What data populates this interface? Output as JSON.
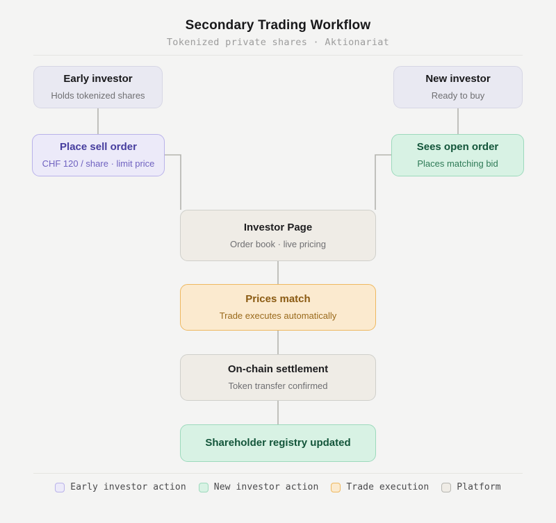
{
  "header": {
    "title": "Secondary Trading Workflow",
    "subtitle": "Tokenized private shares · Aktionariat"
  },
  "diagram": {
    "type": "flowchart",
    "orientation": "top-to-bottom",
    "nodes": [
      {
        "id": "early-investor",
        "label": "Early investor",
        "sublabel": "Holds tokenized shares",
        "role": "neutral",
        "fill": "#e9e9f2",
        "border": "#d6d6e4"
      },
      {
        "id": "new-investor",
        "label": "New investor",
        "sublabel": "Ready to buy",
        "role": "neutral",
        "fill": "#e9e9f2",
        "border": "#d6d6e4"
      },
      {
        "id": "place-sell-order",
        "label": "Place sell order",
        "sublabel": "CHF 120 / share · limit price",
        "role": "early",
        "fill": "#eceaf9",
        "border": "#b9b2ea"
      },
      {
        "id": "sees-open-order",
        "label": "Sees open order",
        "sublabel": "Places matching bid",
        "role": "new",
        "fill": "#d8f2e4",
        "border": "#9cd9bc"
      },
      {
        "id": "investor-page",
        "label": "Investor Page",
        "sublabel": "Order book · live pricing",
        "role": "platform",
        "fill": "#efece6",
        "border": "#cfcfca"
      },
      {
        "id": "prices-match",
        "label": "Prices match",
        "sublabel": "Trade executes automatically",
        "role": "trade",
        "fill": "#fbeacf",
        "border": "#eeb85f"
      },
      {
        "id": "on-chain-settlement",
        "label": "On-chain settlement",
        "sublabel": "Token transfer confirmed",
        "role": "platform",
        "fill": "#efece6",
        "border": "#cfcfca"
      },
      {
        "id": "shareholder-registry-updated",
        "label": "Shareholder registry updated",
        "sublabel": "",
        "role": "new",
        "fill": "#d8f2e4",
        "border": "#9cd9bc"
      }
    ],
    "edges": [
      {
        "from": "early-investor",
        "to": "place-sell-order",
        "style": "straight"
      },
      {
        "from": "new-investor",
        "to": "sees-open-order",
        "style": "straight"
      },
      {
        "from": "place-sell-order",
        "to": "investor-page",
        "style": "elbow"
      },
      {
        "from": "sees-open-order",
        "to": "investor-page",
        "style": "elbow"
      },
      {
        "from": "investor-page",
        "to": "prices-match",
        "style": "straight"
      },
      {
        "from": "prices-match",
        "to": "on-chain-settlement",
        "style": "straight"
      },
      {
        "from": "on-chain-settlement",
        "to": "shareholder-registry-updated",
        "style": "straight"
      }
    ],
    "edge_color": "#b3b3ae"
  },
  "legend": {
    "items": [
      {
        "label": "Early investor action",
        "color": "#eceaf9",
        "border": "#b9b2ea"
      },
      {
        "label": "New investor action",
        "color": "#d8f2e4",
        "border": "#9cd9bc"
      },
      {
        "label": "Trade execution",
        "color": "#fbeacf",
        "border": "#eeb85f"
      },
      {
        "label": "Platform",
        "color": "#efece6",
        "border": "#b5b5b0"
      }
    ]
  }
}
